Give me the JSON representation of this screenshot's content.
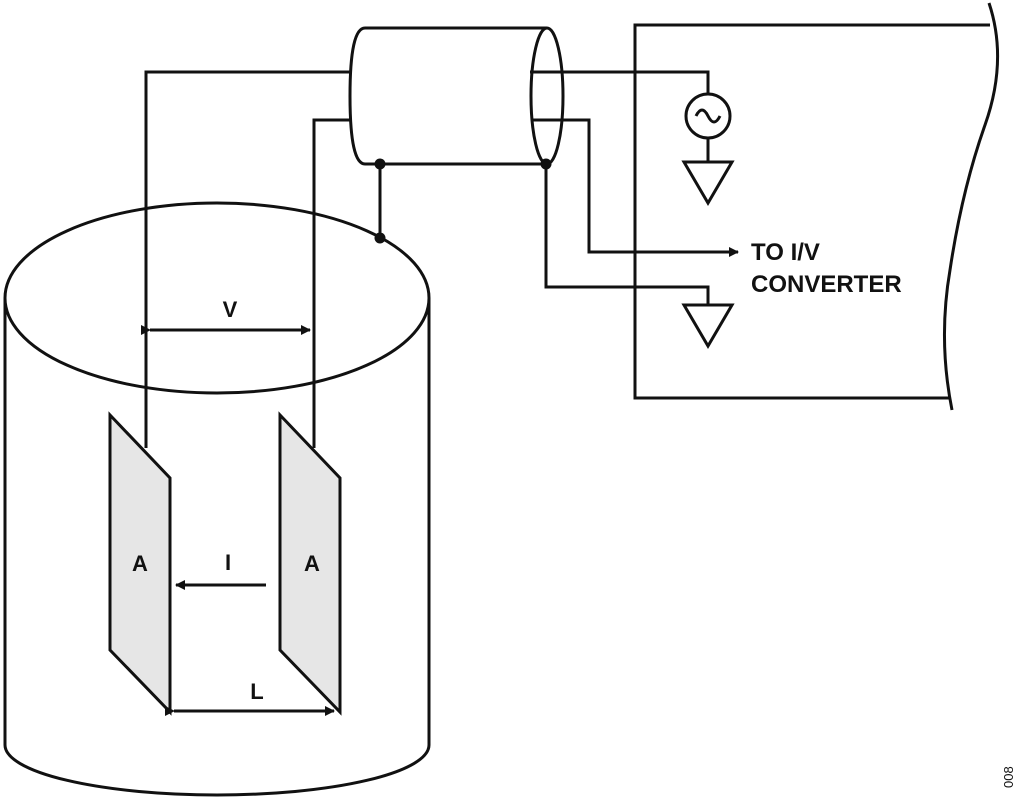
{
  "labels": {
    "voltage": "V",
    "current": "I",
    "plate_area_left": "A",
    "plate_area_right": "A",
    "distance": "L",
    "output_line1": "TO I/V",
    "output_line2": "CONVERTER",
    "figure_id": "008"
  },
  "colors": {
    "line": "#111111",
    "plate_fill": "#e6e6e6",
    "background": "#ffffff"
  }
}
